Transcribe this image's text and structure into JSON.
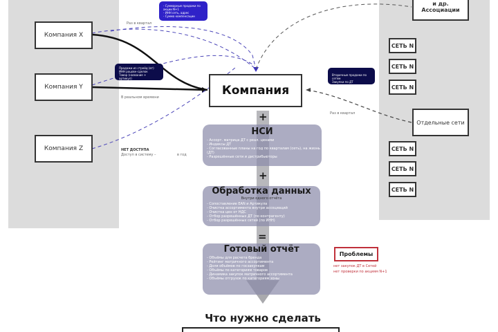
{
  "left_panel": {
    "companies": [
      "Компания X",
      "Компания Y",
      "Компания Z"
    ]
  },
  "center": {
    "main_company": "Компания",
    "label_quarterly_top": "Раз в квартал",
    "label_realtime": "В реальном времени",
    "no_access_title": "НЕТ ДОСТУПА",
    "no_access_text": "Доступ в систему –",
    "no_access_period": "в год",
    "note_blue": [
      "- Суммарные продажи по акции N+1",
      "- ИНН сеть, адрес",
      "- Сумма компенсации"
    ],
    "note_dark_left": [
      "Продажи из стрейд (вт)",
      "ИНН роцовн-сделок",
      "Товар (название + артикул)"
    ],
    "note_dark_right": [
      "Вторичные продажи по сетям",
      "Закупки по ДТ"
    ],
    "label_quarterly_right": "Раз в квартал"
  },
  "right_panel": {
    "association_box": [
      "и др.",
      "Ассоциации"
    ],
    "nets_top": [
      "СЕТЬ N",
      "СЕТЬ N",
      "СЕТЬ N"
    ],
    "separate_nets": "Отдельные сети",
    "nets_bottom": [
      "СЕТЬ N",
      "СЕТЬ N",
      "СЕТЬ N"
    ]
  },
  "flow": {
    "op_plus_1": "+",
    "op_plus_2": "+",
    "op_equals": "=",
    "steps": [
      {
        "title": "НСИ",
        "subtitle": "",
        "items": [
          "- Ассорт. матрица ДТ с реал. ценами",
          "- Индексы ДТ",
          "- Согласованные планы на год по кварталам (сеть), на жизнь (ДТ)",
          "- Разрешённые сети и дистрибьюторы"
        ]
      },
      {
        "title": "Обработка данных",
        "subtitle": "Внутри одного отчёта",
        "items": [
          "- Сопоставление EAN и Артикула",
          "- Очистка ассортимента внутри ассоциаций",
          "- Очистка цен от НДС",
          "- Отбор разрешённых ДТ (по контрагенту)",
          "- Отбор разрешённых сетей (по ИНН)"
        ]
      },
      {
        "title": "Готовый отчёт",
        "subtitle": "",
        "items": [
          "- Объёмы для расчета бренда",
          "- Рейтинг матричного ассортимента",
          "- Доля объёмов по госзакупкам",
          "- Объёмы по категориям товаров",
          "- Динамика закупок матричного ассортимента",
          "- Объёмы отгрузок по категориям зоны"
        ]
      }
    ]
  },
  "problems": {
    "title": "Проблемы",
    "items": [
      "нет закупок ДТ в Сетей",
      "нет проверки по акциям N+1"
    ]
  },
  "bottom": {
    "heading": "Что нужно сделать"
  },
  "colors": {
    "panel_gray": "#dcdcdc",
    "dark_note": "#0c0c4a",
    "blue_note": "#2f22c8",
    "dashed_blue": "#4a44b8",
    "step_fill": "#8c8caa",
    "problem_red": "#c0303a"
  }
}
